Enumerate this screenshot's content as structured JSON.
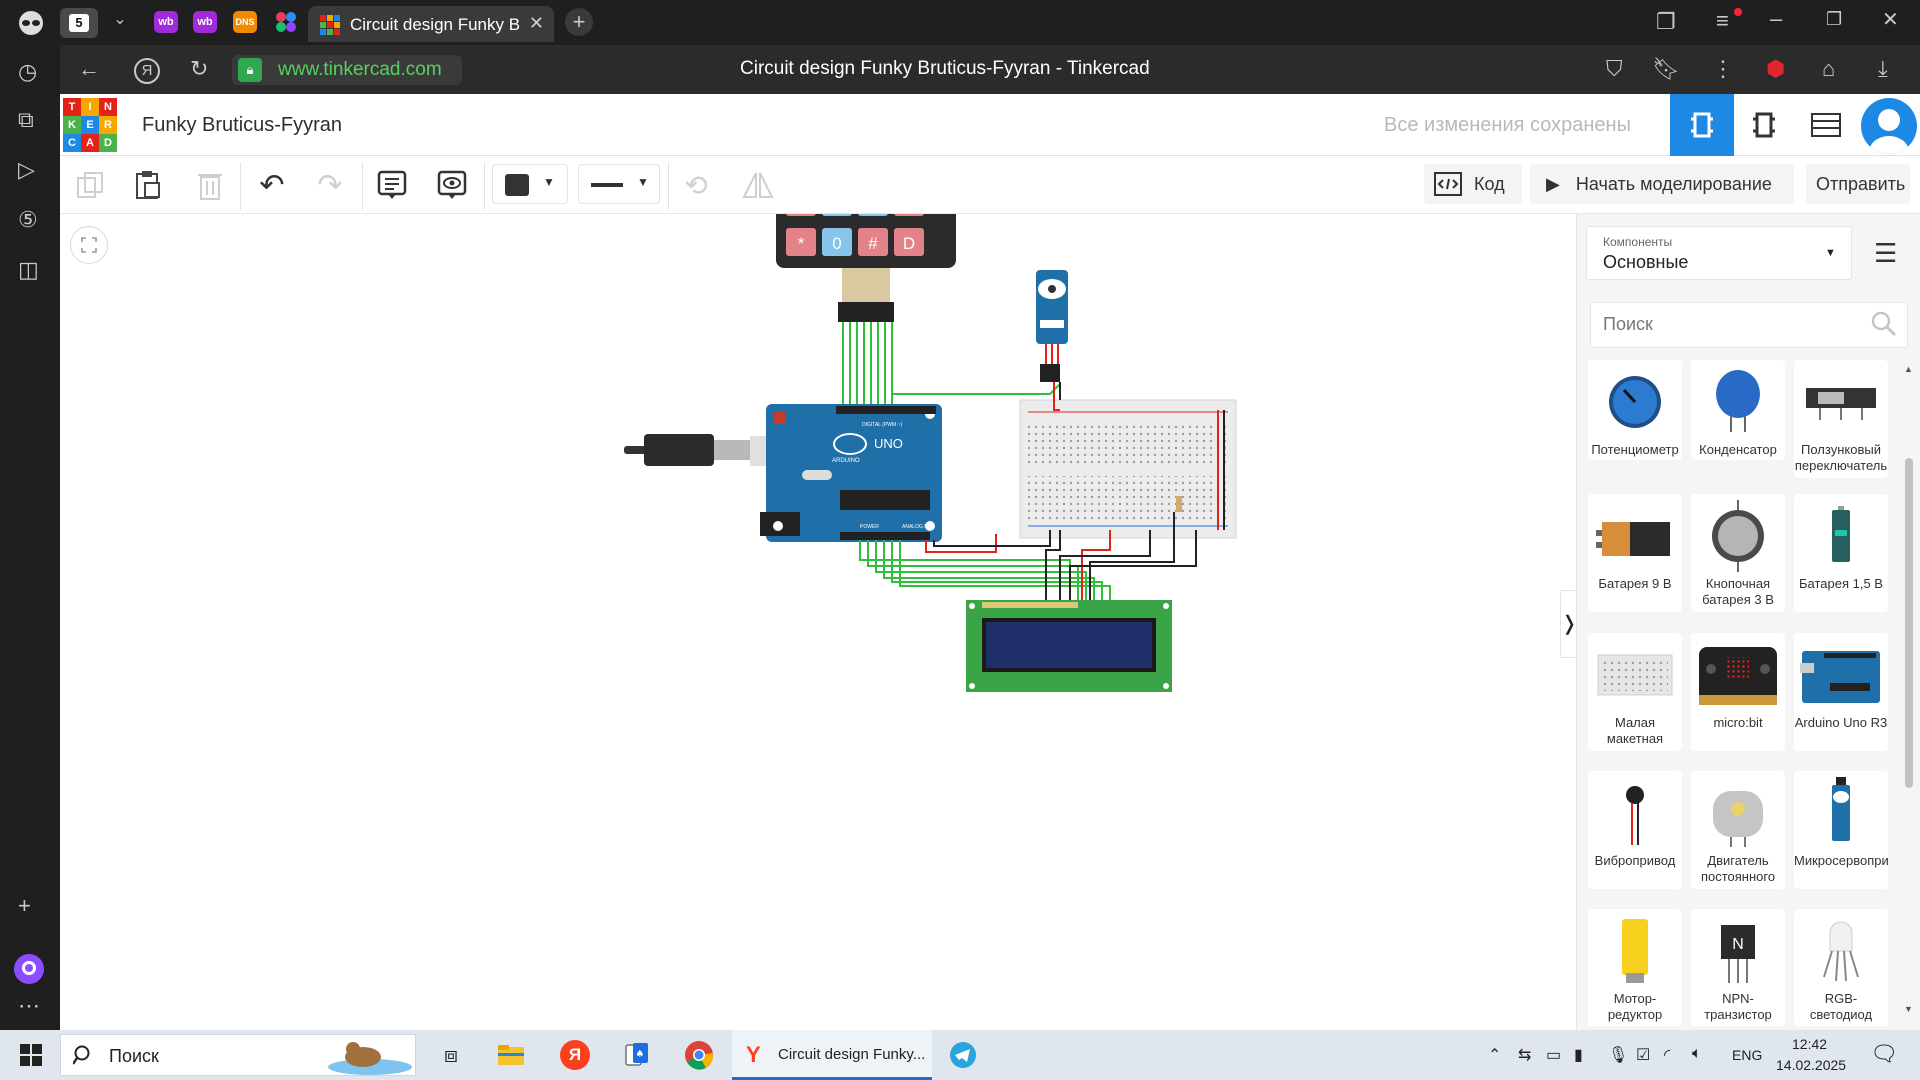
{
  "browser": {
    "tabs": [
      {
        "label": "Circuit design Funky Bruticus-Fyyran"
      }
    ],
    "tab_count": "5",
    "url": "www.tinkercad.com",
    "page_title": "Circuit design Funky Bruticus-Fyyran - Tinkercad"
  },
  "app": {
    "logo_letters": [
      "T",
      "I",
      "N",
      "K",
      "E",
      "R",
      "C",
      "A",
      "D"
    ],
    "project_title": "Funky Bruticus-Fyyran",
    "save_status": "Все изменения сохранены"
  },
  "toolbar": {
    "code_label": "Код",
    "simulate_label": "Начать моделирование",
    "send_label": "Отправить"
  },
  "sidebar": {
    "components_caption": "Компоненты",
    "components_value": "Основные",
    "search_placeholder": "Поиск",
    "items": [
      {
        "label": "Потенциометр",
        "icon": "potentiometer-icon"
      },
      {
        "label": "Конденсатор",
        "icon": "capacitor-icon"
      },
      {
        "label": "Ползунковый переключатель",
        "icon": "slide-switch-icon"
      },
      {
        "label": "Батарея 9 В",
        "icon": "battery-9v-icon"
      },
      {
        "label": "Кнопочная батарея 3 В",
        "icon": "coin-battery-icon"
      },
      {
        "label": "Батарея 1,5 В",
        "icon": "battery-aa-icon"
      },
      {
        "label": "Малая макетная плата",
        "icon": "breadboard-small-icon"
      },
      {
        "label": "micro:bit",
        "icon": "microbit-icon"
      },
      {
        "label": "Arduino Uno R3",
        "icon": "arduino-icon"
      },
      {
        "label": "Вибропривод",
        "icon": "vibration-motor-icon"
      },
      {
        "label": "Двигатель постоянного тока",
        "icon": "dc-motor-icon"
      },
      {
        "label": "Микросервопривод",
        "icon": "micro-servo-icon"
      },
      {
        "label": "Мотор-редуктор",
        "icon": "gear-motor-icon"
      },
      {
        "label": "NPN-транзистор",
        "icon": "npn-transistor-icon"
      },
      {
        "label": "RGB-светодиод",
        "icon": "rgb-led-icon"
      }
    ]
  },
  "canvas": {
    "keypad_keys": [
      "*",
      "0",
      "#",
      "D"
    ],
    "arduino_label": "UNO",
    "arduino_brand": "ARDUINO",
    "arduino_pins_digital": "DIGITAL (PWM ~)",
    "arduino_power": "POWER",
    "arduino_analog": "ANALOG IN"
  },
  "taskbar": {
    "search_label": "Поиск",
    "active_app_label": "Circuit design Funky...",
    "language": "ENG",
    "time": "12:42",
    "date": "14.02.2025"
  },
  "colors": {
    "tinkercad_blue": "#1d89e4",
    "url_green": "#57d05e",
    "wire_green": "#2fbf3a",
    "wire_red": "#e2231a",
    "arduino_blue": "#1f6fa8",
    "lcd_green": "#3aa447"
  }
}
